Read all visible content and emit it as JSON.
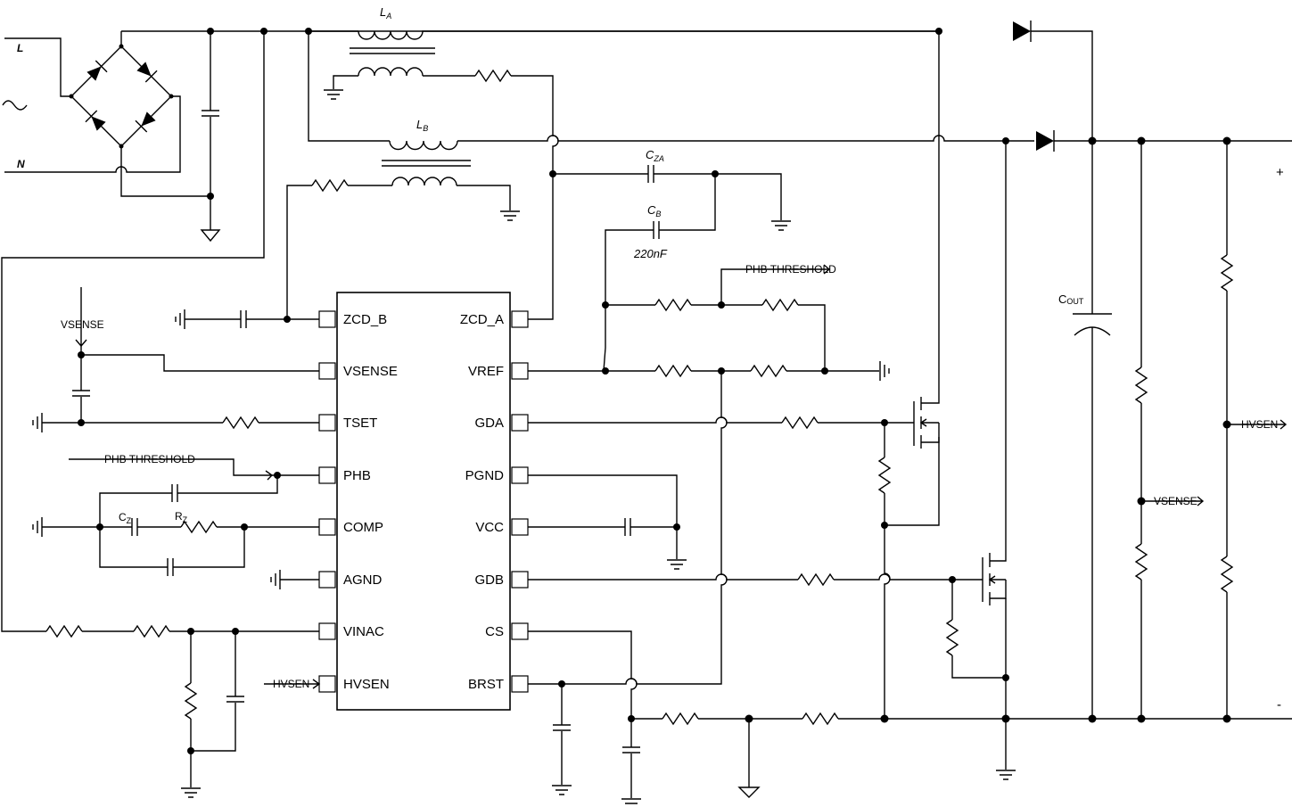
{
  "ic": {
    "left_pins": [
      "ZCD_B",
      "VSENSE",
      "TSET",
      "PHB",
      "COMP",
      "AGND",
      "VINAC",
      "HVSEN"
    ],
    "right_pins": [
      "ZCD_A",
      "VREF",
      "GDA",
      "PGND",
      "VCC",
      "GDB",
      "CS",
      "BRST"
    ]
  },
  "labels": {
    "line_l": "L",
    "line_n": "N",
    "ac_symbol": "~",
    "inductor_a": "L",
    "inductor_a_sub": "A",
    "inductor_b": "L",
    "inductor_b_sub": "B",
    "cap_za": "C",
    "cap_za_sub": "ZA",
    "cap_b": "C",
    "cap_b_sub": "B",
    "cap_b_value": "220nF",
    "cout": "C",
    "cout_sub": "OUT",
    "cz": "C",
    "cz_sub": "Z",
    "rz": "R",
    "rz_sub": "Z",
    "vsense_in": "VSENSE",
    "phb_threshold_in": "PHB THRESHOLD",
    "phb_threshold_out": "PHB THRESHOLD",
    "hvsen_in": "HVSEN",
    "vsense_out": "VSENSE",
    "hvsen_out": "HVSEN",
    "plus": "+",
    "minus": "-"
  }
}
